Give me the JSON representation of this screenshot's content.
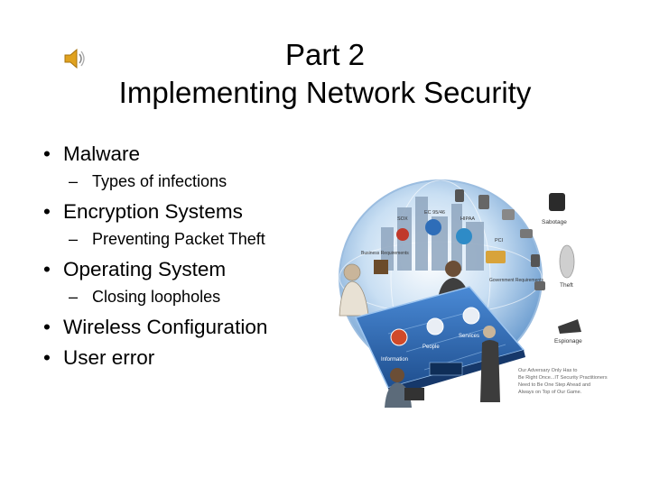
{
  "slide": {
    "title_line1": "Part 2",
    "title_line2": "Implementing Network Security"
  },
  "bullets": [
    {
      "text": "Malware",
      "sub": "Types of infections"
    },
    {
      "text": "Encryption Systems",
      "sub": "Preventing Packet Theft"
    },
    {
      "text": "Operating System",
      "sub": "Closing loopholes"
    },
    {
      "text": "Wireless Configuration"
    },
    {
      "text": "User error"
    }
  ],
  "illustration": {
    "labels": {
      "sox": "SOX",
      "ec9546": "EC 95/46",
      "hipaa": "HIPAA",
      "pci": "PCI",
      "business_requirements": "Business Requirements",
      "government_requirements": "Government Requirements",
      "information": "Information",
      "people": "People",
      "services": "Services",
      "sabotage": "Sabotage",
      "theft": "Theft",
      "espionage": "Espionage"
    },
    "caption": {
      "line1": "Our Adversary Only Has to",
      "line2": "Be Right Once...IT Security Practitioners",
      "line3": "Need to Be One Step Ahead and",
      "line4": "Always on Top of Our Game."
    }
  },
  "colors": {
    "globe": "#7fb1e0",
    "board": "#2e6db8",
    "accent": "#1f4f8f"
  },
  "icons": [
    "speaker-icon"
  ]
}
